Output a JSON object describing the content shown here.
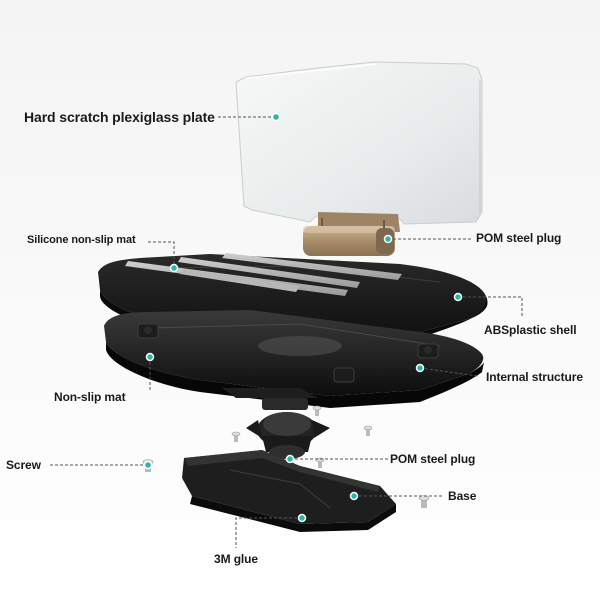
{
  "labels": {
    "plate": "Hard scratch plexiglass plate",
    "silicone_mat": "Silicone non-slip mat",
    "pom_top": "POM steel plug",
    "abs_shell": "ABSplastic shell",
    "internal": "Internal structure",
    "non_slip": "Non-slip mat",
    "screw": "Screw",
    "pom_bottom": "POM steel plug",
    "base": "Base",
    "glue": "3M glue"
  },
  "colors": {
    "marker": "#2bb6a8",
    "leader": "#555555",
    "shell": "#1b1b1b",
    "plug": "#b49a79"
  }
}
